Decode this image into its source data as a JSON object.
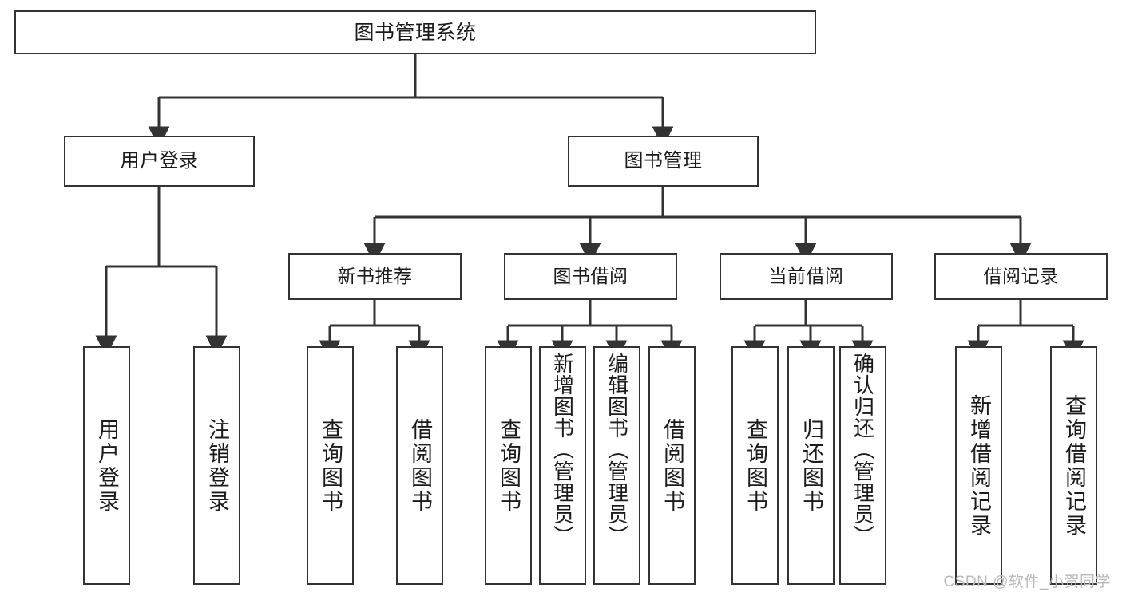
{
  "diagram": {
    "title": "图书管理系统",
    "type": "hierarchy-tree",
    "root": {
      "id": "root",
      "label": "图书管理系统"
    },
    "level1": [
      {
        "id": "user-login",
        "label": "用户登录"
      },
      {
        "id": "book-management",
        "label": "图书管理"
      }
    ],
    "level2": [
      {
        "id": "new-book-recommend",
        "label": "新书推荐"
      },
      {
        "id": "book-borrow",
        "label": "图书借阅"
      },
      {
        "id": "current-borrow",
        "label": "当前借阅"
      },
      {
        "id": "borrow-record",
        "label": "借阅记录"
      }
    ],
    "leaves": {
      "user_login": [
        {
          "id": "leaf-user-login",
          "label": "用户登录"
        },
        {
          "id": "leaf-logout-login",
          "label": "注销登录"
        }
      ],
      "new_book_recommend": [
        {
          "id": "leaf-query-book-1",
          "label": "查询图书"
        },
        {
          "id": "leaf-borrow-book-1",
          "label": "借阅图书"
        }
      ],
      "book_borrow": [
        {
          "id": "leaf-query-book-2",
          "label": "查询图书"
        },
        {
          "id": "leaf-add-book",
          "label": "新增图书（管理员）"
        },
        {
          "id": "leaf-edit-book",
          "label": "编辑图书（管理员）"
        },
        {
          "id": "leaf-borrow-book-2",
          "label": "借阅图书"
        }
      ],
      "current_borrow": [
        {
          "id": "leaf-query-book-3",
          "label": "查询图书"
        },
        {
          "id": "leaf-return-book",
          "label": "归还图书"
        },
        {
          "id": "leaf-confirm-return",
          "label": "确认归还（管理员）"
        }
      ],
      "borrow_record": [
        {
          "id": "leaf-add-record",
          "label": "新增借阅记录"
        },
        {
          "id": "leaf-query-record",
          "label": "查询借阅记录"
        }
      ]
    }
  },
  "watermark": {
    "text": "CSDN @软件_小贺同学"
  },
  "colors": {
    "border": "#333333",
    "fill": "#ffffff",
    "text": "#1b1b1b",
    "edge": "#333333",
    "watermark": "#b9b9b9"
  }
}
